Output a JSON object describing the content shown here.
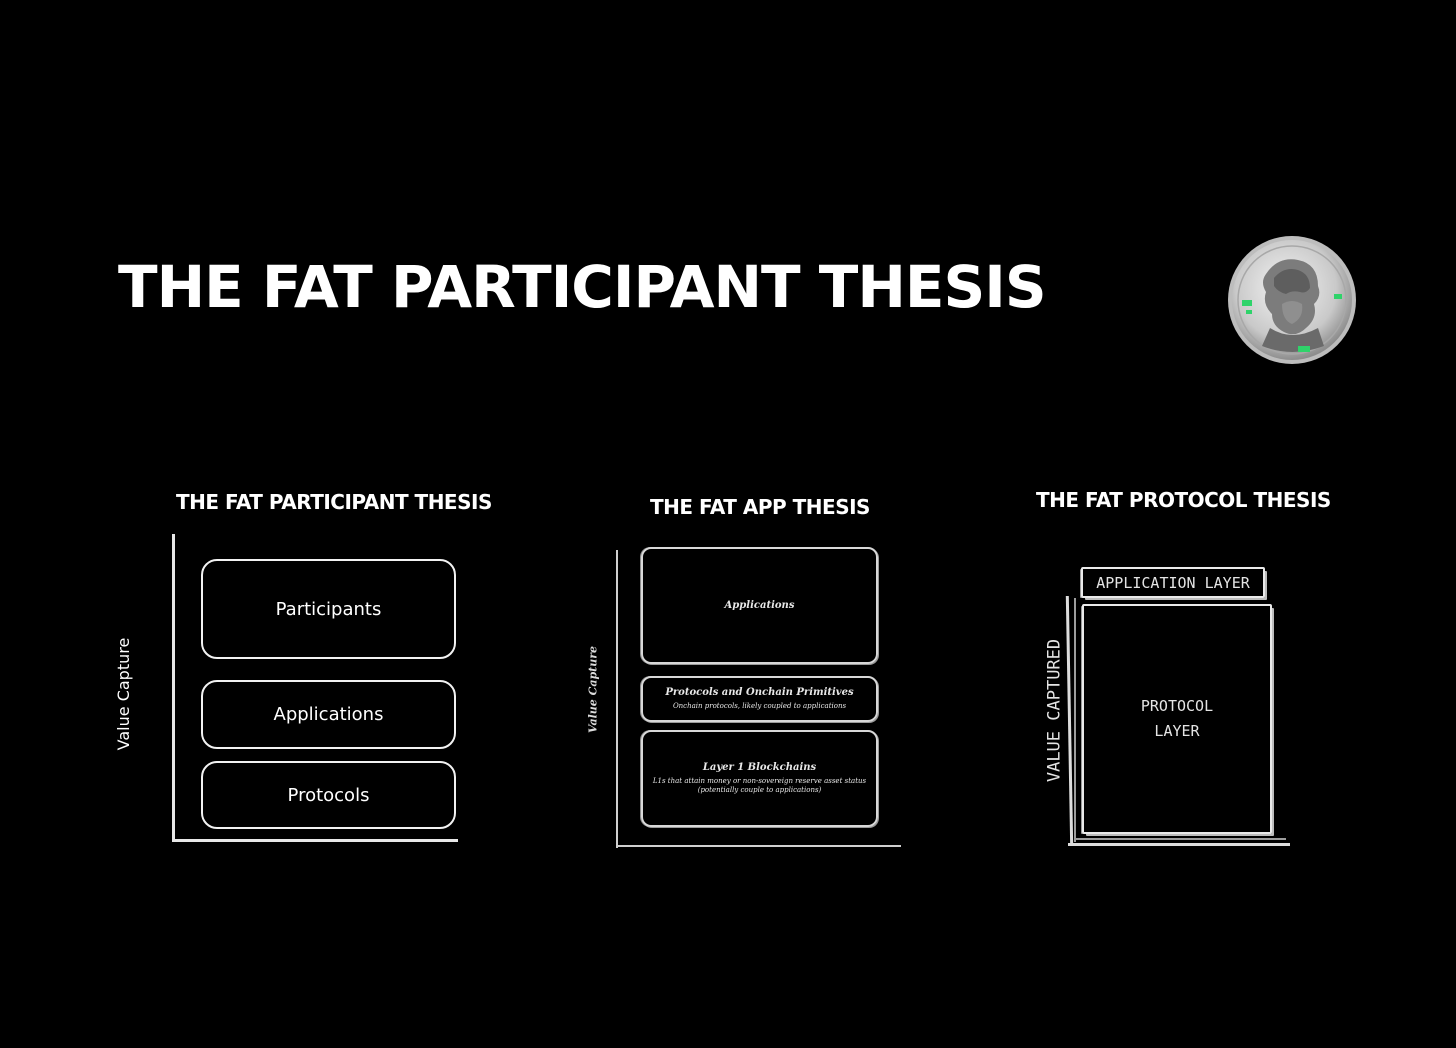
{
  "header": {
    "title": "THE FAT PARTICIPANT THESIS",
    "avatar_icon": "bust-coin-icon"
  },
  "panels": [
    {
      "title": "THE FAT PARTICIPANT THESIS",
      "y_axis_label": "Value Capture",
      "layers": [
        {
          "label": "Participants"
        },
        {
          "label": "Applications"
        },
        {
          "label": "Protocols"
        }
      ]
    },
    {
      "title": "THE FAT APP THESIS",
      "y_axis_label": "Value Capture",
      "layers": [
        {
          "label": "Applications",
          "sublabel": ""
        },
        {
          "label": "Protocols and Onchain Primitives",
          "sublabel": "Onchain protocols, likely coupled to applications"
        },
        {
          "label": "Layer 1 Blockchains",
          "sublabel": "L1s that attain money or non-sovereign reserve asset status (potentially couple to applications)"
        }
      ]
    },
    {
      "title": "THE FAT PROTOCOL THESIS",
      "y_axis_label": "VALUE CAPTURED",
      "layers": [
        {
          "label": "APPLICATION LAYER"
        },
        {
          "label": "PROTOCOL LAYER"
        }
      ]
    }
  ],
  "colors": {
    "background": "#000000",
    "foreground": "#ffffff",
    "avatar_accent": "#2fd36a"
  }
}
